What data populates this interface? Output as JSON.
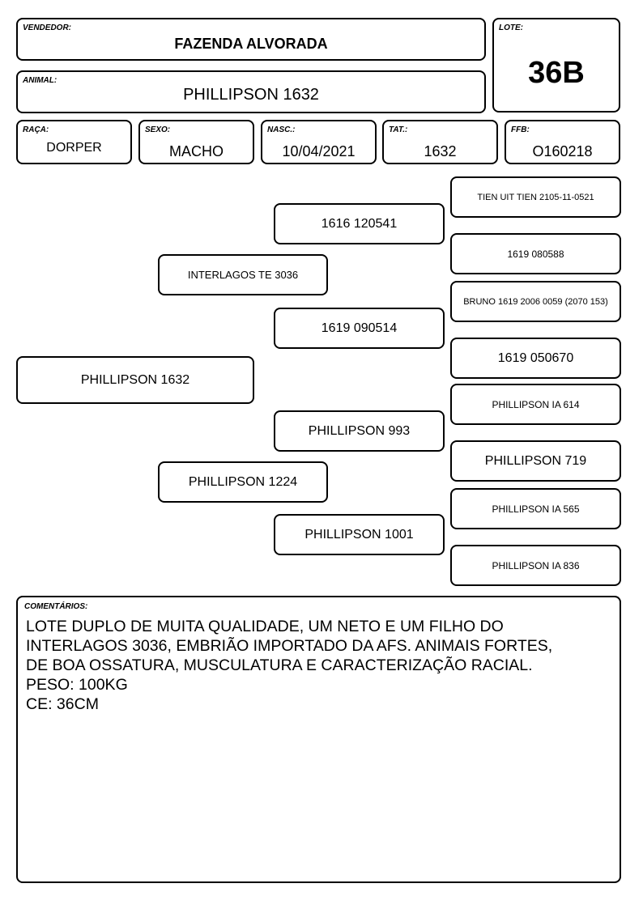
{
  "header": {
    "vendedor": {
      "label": "VENDEDOR:",
      "value": "FAZENDA ALVORADA"
    },
    "lote": {
      "label": "LOTE:",
      "value": "36B"
    },
    "animal": {
      "label": "ANIMAL:",
      "value": "PHILLIPSON 1632"
    },
    "raca": {
      "label": "RAÇA:",
      "value": "DORPER"
    },
    "sexo": {
      "label": "SEXO:",
      "value": "MACHO"
    },
    "nasc": {
      "label": "NASC.:",
      "value": "10/04/2021"
    },
    "tat": {
      "label": "TAT.:",
      "value": "1632"
    },
    "ffb": {
      "label": "FFB:",
      "value": "O160218"
    }
  },
  "pedigree": {
    "animal": "PHILLIPSON 1632",
    "sire": {
      "name": "INTERLAGOS TE 3036",
      "sire": {
        "name": "1616 120541",
        "sire": "TIEN UIT TIEN 2105-11-0521",
        "dam": "1619 080588"
      },
      "dam": {
        "name": "1619 090514",
        "sire": "BRUNO 1619 2006 0059 (2070 153)",
        "dam": "1619 050670"
      }
    },
    "dam": {
      "name": "PHILLIPSON 1224",
      "sire": {
        "name": "PHILLIPSON 993",
        "sire": "PHILLIPSON IA 614",
        "dam": "PHILLIPSON 719"
      },
      "dam": {
        "name": "PHILLIPSON 1001",
        "sire": "PHILLIPSON IA 565",
        "dam": "PHILLIPSON IA 836"
      }
    }
  },
  "comments": {
    "label": "COMENTÁRIOS:",
    "lines": [
      "LOTE DUPLO DE MUITA QUALIDADE, UM NETO E UM FILHO DO",
      "INTERLAGOS 3036, EMBRIÃO IMPORTADO DA AFS. ANIMAIS FORTES,",
      "DE BOA OSSATURA, MUSCULATURA E CARACTERIZAÇÃO RACIAL.",
      "PESO: 100KG",
      "CE: 36CM"
    ]
  }
}
